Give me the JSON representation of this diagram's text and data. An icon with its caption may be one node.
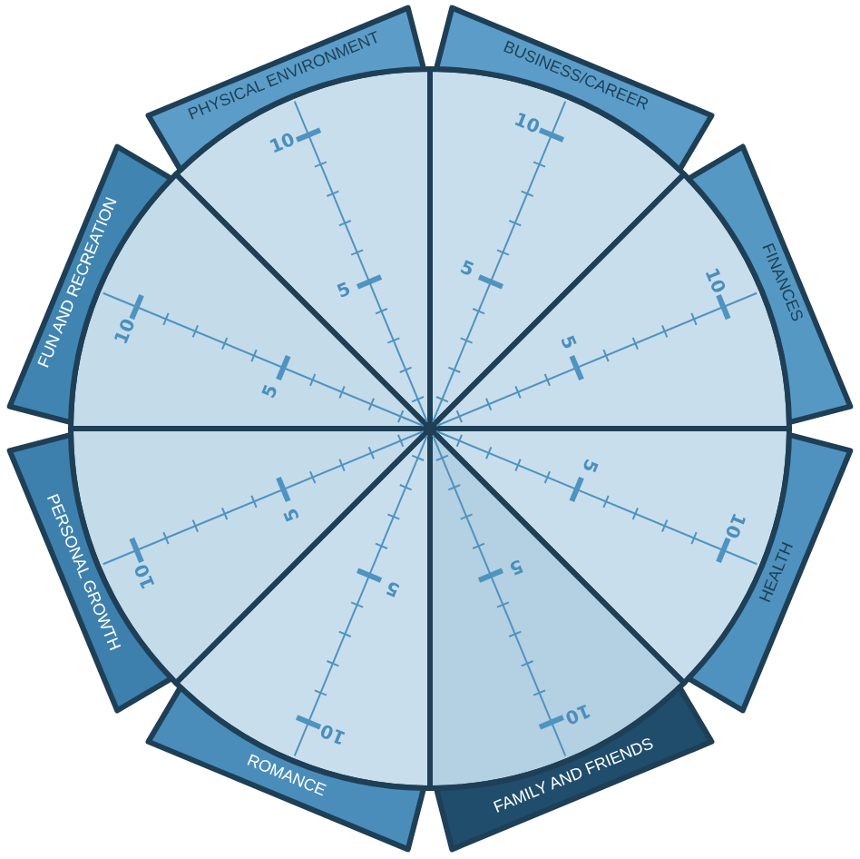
{
  "diagram": {
    "nodes": [
      {
        "text": [
          "PHYSICAL ENVIRONMENT"
        ]
      },
      {
        "text": [
          "BUSINESS/CAREER"
        ]
      },
      {
        "text": [
          "FINANCES"
        ]
      },
      {
        "text": [
          "HEALTH"
        ]
      },
      {
        "text": [
          "FAMILY AND FRIENDS"
        ]
      },
      {
        "text": [
          "ROMANCE"
        ]
      },
      {
        "text": [
          "PERSONAL GROWTH"
        ]
      },
      {
        "text": [
          "FUN AND RECREATION"
        ]
      }
    ],
    "labels": [
      "10",
      "5",
      "10",
      "5",
      "10",
      "5",
      "10",
      "5",
      "10",
      "5",
      "10",
      "5",
      "10",
      "5",
      "10",
      "5"
    ]
  }
}
